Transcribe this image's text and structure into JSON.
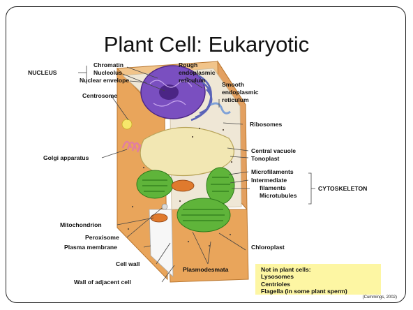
{
  "slide": {
    "title": "Plant Cell: Eukaryotic",
    "credit": "(Cummings, 2002)"
  },
  "groups": {
    "nucleus": "NUCLEUS",
    "cytoskeleton": "CYTOSKELETON"
  },
  "labels": {
    "chromatin": "Chromatin",
    "nucleolus": "Nucleolus",
    "nuclear_envelope": "Nuclear envelope",
    "centrosome": "Centrosome",
    "golgi": "Golgi apparatus",
    "rough_er_1": "Rough",
    "rough_er_2": "endoplasmic",
    "rough_er_3": "reticulum",
    "smooth_er_1": "Smooth",
    "smooth_er_2": "endoplasmic",
    "smooth_er_3": "reticulum",
    "ribosomes": "Ribosomes",
    "central_vacuole": "Central vacuole",
    "tonoplast": "Tonoplast",
    "microfilaments": "Microfilaments",
    "intermediate_1": "Intermediate",
    "intermediate_2": "filaments",
    "microtubules": "Microtubules",
    "mitochondrion": "Mitochondrion",
    "peroxisome": "Peroxisome",
    "plasma_membrane": "Plasma membrane",
    "cell_wall": "Cell wall",
    "wall_adjacent": "Wall of adjacent cell",
    "plasmodesmata": "Plasmodesmata",
    "chloroplast": "Chloroplast"
  },
  "note": {
    "title": "Not in plant cells:",
    "items": [
      "Lysosomes",
      "Centrioles",
      "Flagella (in some plant sperm)"
    ]
  },
  "colors": {
    "cell_wall": "#e9a55b",
    "cell_wall_dark": "#c97f36",
    "cytoplasm": "#efe7d6",
    "nucleus": "#7a4fc0",
    "nucleolus": "#4b2585",
    "er": "#5a63b8",
    "vacuole": "#f2e7b3",
    "golgi": "#e27ea0",
    "chloroplast": "#5fb43a",
    "mitochondrion": "#e07a2d",
    "note_bg": "#fdf6a3"
  }
}
